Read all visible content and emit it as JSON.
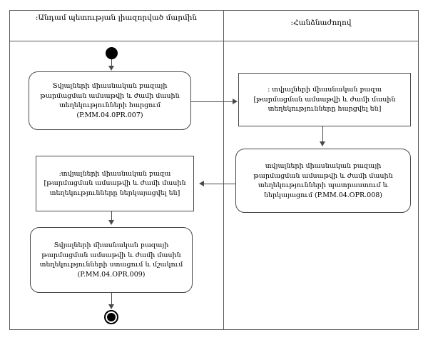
{
  "diagram": {
    "type": "uml-activity-diagram",
    "lanes": [
      {
        "id": "member-state",
        "title": ":Անդամ պետության լիազորված մարմին"
      },
      {
        "id": "commission",
        "title": ":Հանձնաժողով"
      }
    ],
    "nodes": {
      "initial": {
        "name": "initial-node"
      },
      "final": {
        "name": "final-node"
      },
      "activity_request": {
        "text": "Տվյալների միասնական բազայի թարմացման ամսաթվի և ժամի մասին տեղեկությունների հարցում (P.MM.04.0PR.007)",
        "code": "P.MM.04.0PR.007",
        "lane": "member-state"
      },
      "object_queried": {
        "text": ": տվյալների միասնական բազա [թարմացման ամսաթվի և ժամի մասին տեղեկությունները հարցվել են]",
        "lane": "commission"
      },
      "activity_prepare": {
        "text": "տվյալների միասնական բազայի թարմացման ամսաթվի և ժամի մասին տեղեկությունների պատրաստում և ներկայացում (P.MM.04.OPR.008)",
        "code": "P.MM.04.OPR.008",
        "lane": "commission"
      },
      "object_presented": {
        "text": ":տվյալների միասնական բազա [թարմացման ամսաթվի և ժամի մասին տեղեկությունները ներկայացվել են]",
        "lane": "member-state"
      },
      "activity_receive": {
        "text": "Տվյալների միասնական բազայի թարմացման ամսաթվի և ժամի մասին տեղեկությունների ստացում և մշակում (P.MM.04.OPR.009)",
        "code": "P.MM.04.OPR.009",
        "lane": "member-state"
      }
    },
    "edges": [
      {
        "from": "initial",
        "to": "activity_request",
        "direction": "down"
      },
      {
        "from": "activity_request",
        "to": "object_queried",
        "direction": "right"
      },
      {
        "from": "object_queried",
        "to": "activity_prepare",
        "direction": "down"
      },
      {
        "from": "activity_prepare",
        "to": "object_presented",
        "direction": "left"
      },
      {
        "from": "object_presented",
        "to": "activity_receive",
        "direction": "down"
      },
      {
        "from": "activity_receive",
        "to": "final",
        "direction": "down"
      }
    ]
  },
  "colors": {
    "stroke": "#4a4a4a",
    "frame": "#5a5a5a",
    "background": "#ffffff",
    "text": "#000000"
  }
}
